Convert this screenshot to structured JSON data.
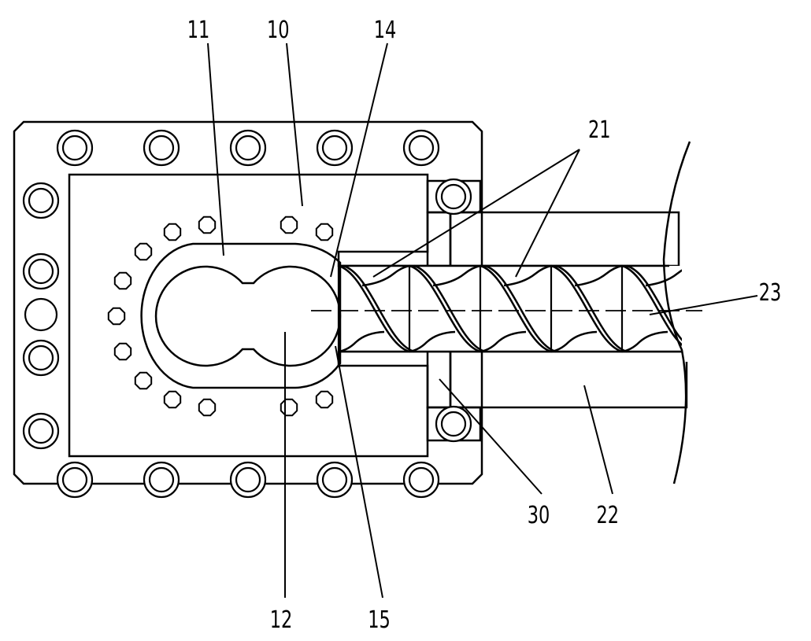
{
  "labels": {
    "l10": "10",
    "l11": "11",
    "l12": "12",
    "l14": "14",
    "l15": "15",
    "l21": "21",
    "l22": "22",
    "l23": "23",
    "l30": "30"
  },
  "colors": {
    "ink": "#000000",
    "paper": "#ffffff"
  }
}
